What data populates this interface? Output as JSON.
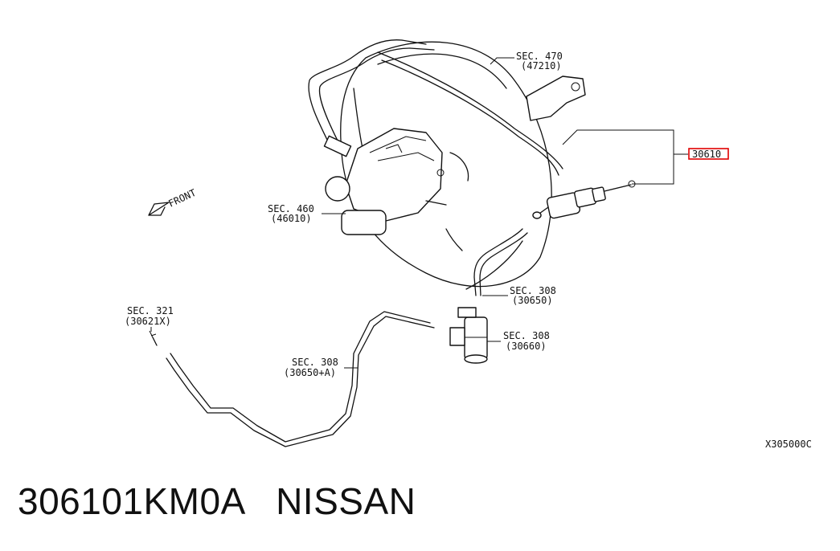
{
  "diagram": {
    "labels": {
      "sec470": "SEC. 470",
      "sec470_sub": "(47210)",
      "part_30610": "30610",
      "sec460": "SEC. 460",
      "sec460_sub": "(46010)",
      "front": "FRONT",
      "sec308a": "SEC. 308",
      "sec308a_sub": "(30650)",
      "sec321": "SEC. 321",
      "sec321_sub": "(30621X)",
      "sec308b": "SEC. 308",
      "sec308b_sub": "(30660)",
      "sec308c": "SEC. 308",
      "sec308c_sub": "(30650+A)",
      "drawing_code": "X305000C"
    },
    "highlight_color": "#e00000"
  },
  "caption": {
    "part_number": "306101KM0A",
    "brand": "NISSAN"
  }
}
